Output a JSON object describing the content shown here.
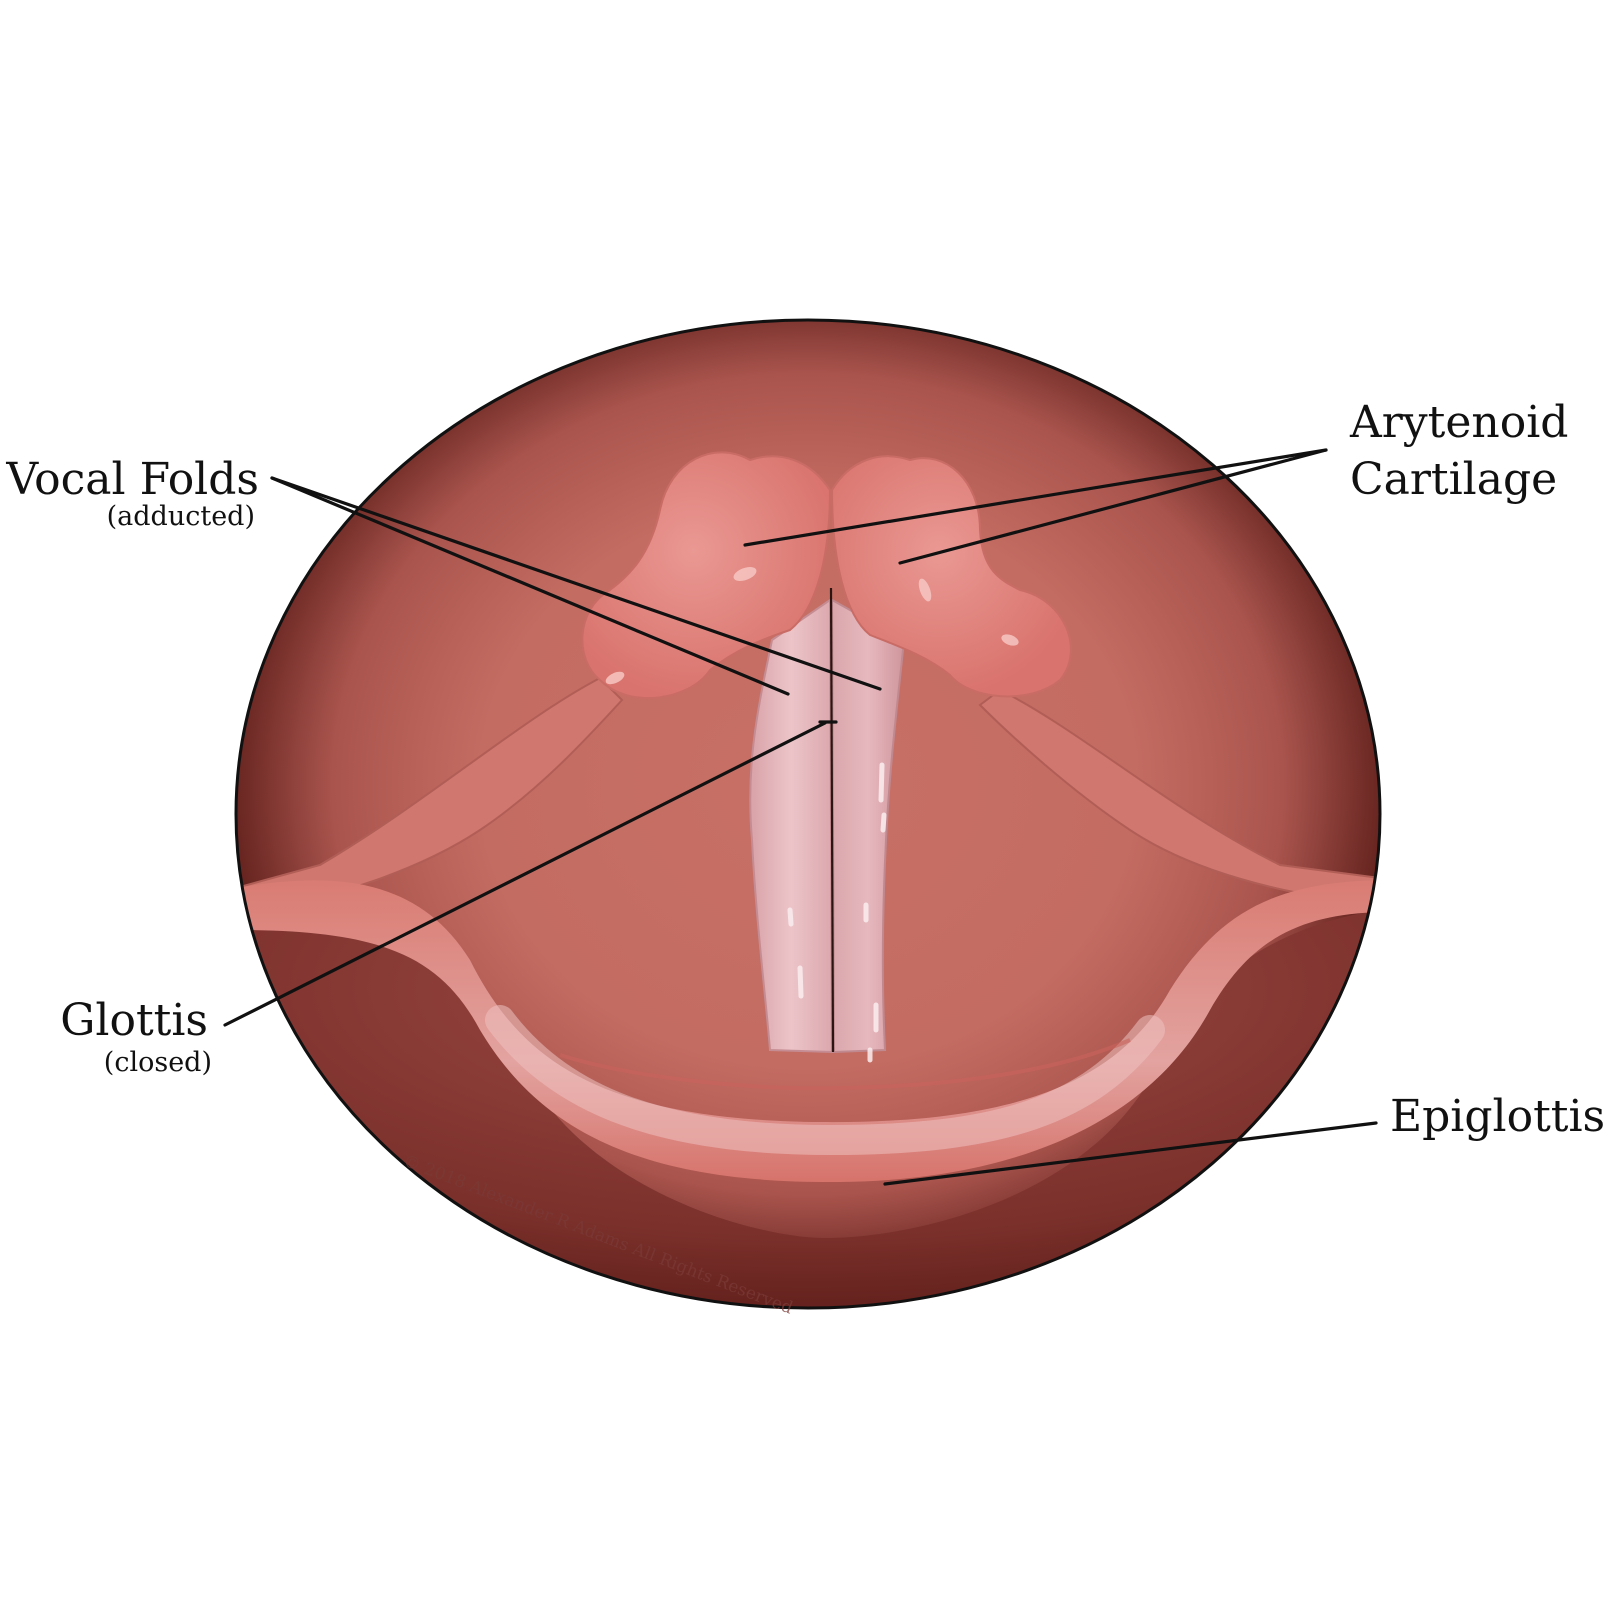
{
  "labels": {
    "vocal_folds": {
      "title": "Vocal Folds",
      "subtitle": "(adducted)"
    },
    "arytenoid": {
      "line1": "Arytenoid",
      "line2": "Cartilage"
    },
    "glottis": {
      "title": "Glottis",
      "subtitle": "(closed)"
    },
    "epiglottis": {
      "title": "Epiglottis"
    }
  },
  "copyright": "© 2018 Alexander R Adams All Rights Reserved",
  "colors": {
    "background": "#ffffff",
    "scope_edge": "#5e1e1a",
    "tissue": "#c87066",
    "arytenoid": "#e0857f",
    "vocal_fold": "#e4b3b8",
    "epiglottis": "#d9827a",
    "leader": "#111111"
  }
}
